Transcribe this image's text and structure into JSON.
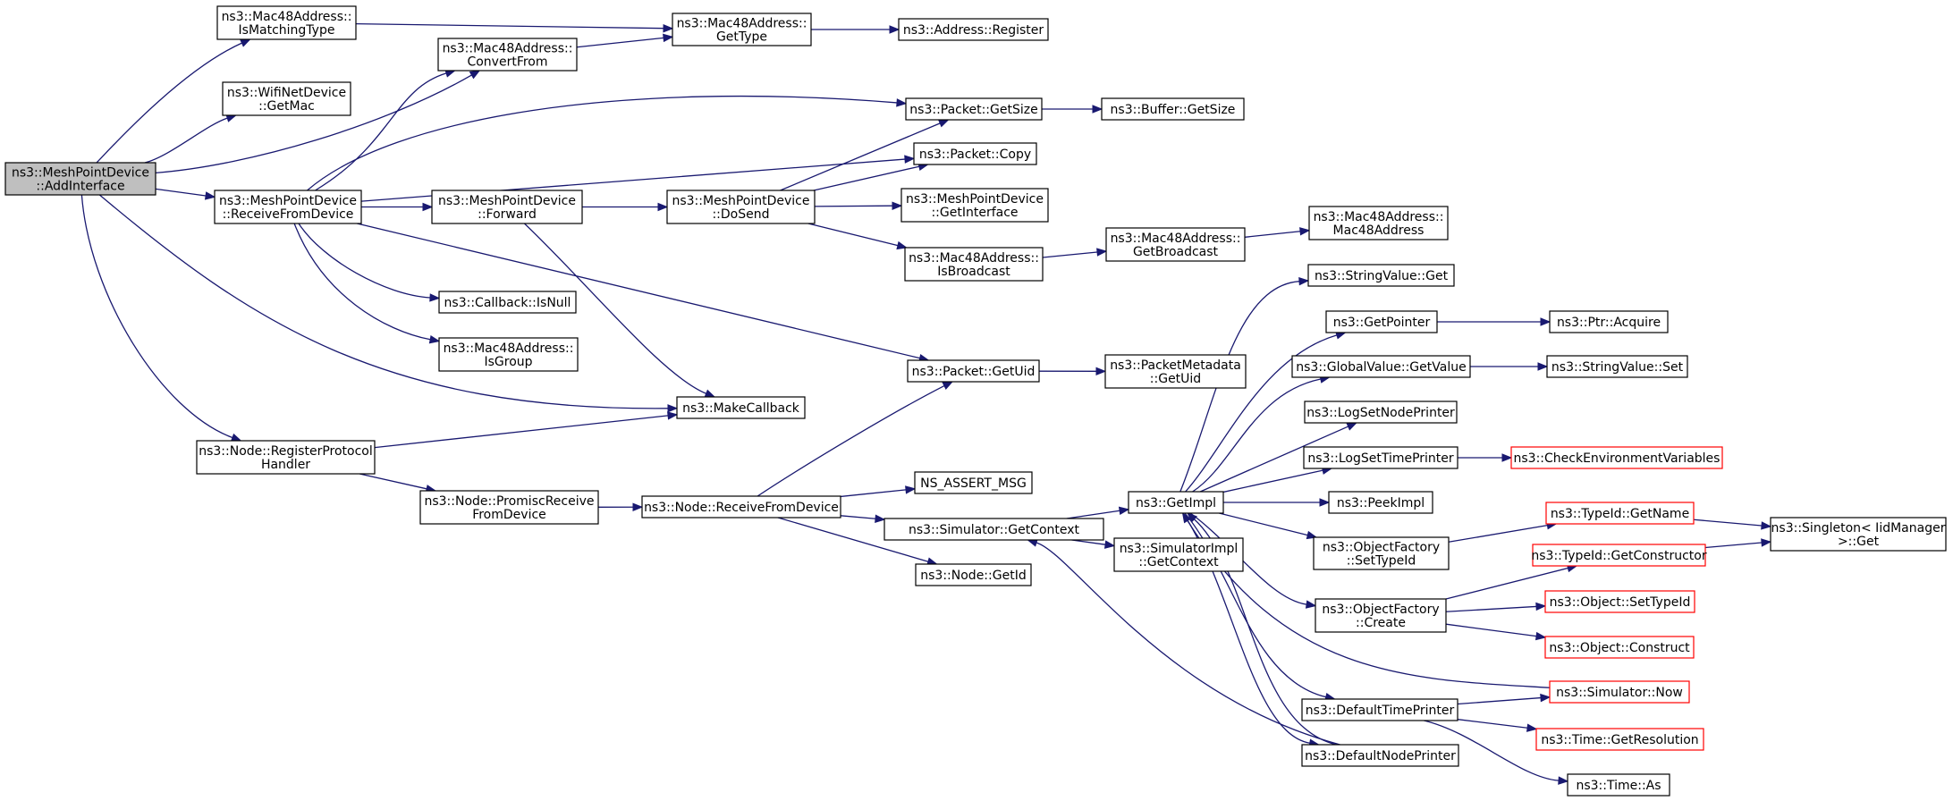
{
  "colors": {
    "edge": "#191970",
    "node_border": "#000000",
    "node_border_truncated": "#ff0000",
    "root_fill": "#bfbfbf",
    "node_fill": "#ffffff"
  },
  "nodes": {
    "addInterface": {
      "lines": [
        "ns3::MeshPointDevice",
        "::AddInterface"
      ],
      "root": true
    },
    "isMatchingType": {
      "lines": [
        "ns3::Mac48Address::",
        "IsMatchingType"
      ]
    },
    "wifiGetMac": {
      "lines": [
        "ns3::WifiNetDevice",
        "::GetMac"
      ]
    },
    "convertFrom": {
      "lines": [
        "ns3::Mac48Address::",
        "ConvertFrom"
      ]
    },
    "getType": {
      "lines": [
        "ns3::Mac48Address::",
        "GetType"
      ]
    },
    "addrRegister": {
      "lines": [
        "ns3::Address::Register"
      ]
    },
    "receiveFromDevice": {
      "lines": [
        "ns3::MeshPointDevice",
        "::ReceiveFromDevice"
      ]
    },
    "pktGetSize": {
      "lines": [
        "ns3::Packet::GetSize"
      ]
    },
    "bufGetSize": {
      "lines": [
        "ns3::Buffer::GetSize"
      ]
    },
    "pktCopy": {
      "lines": [
        "ns3::Packet::Copy"
      ]
    },
    "forward": {
      "lines": [
        "ns3::MeshPointDevice",
        "::Forward"
      ]
    },
    "doSend": {
      "lines": [
        "ns3::MeshPointDevice",
        "::DoSend"
      ]
    },
    "getInterface": {
      "lines": [
        "ns3::MeshPointDevice",
        "::GetInterface"
      ]
    },
    "isBroadcast": {
      "lines": [
        "ns3::Mac48Address::",
        "IsBroadcast"
      ]
    },
    "getBroadcast": {
      "lines": [
        "ns3::Mac48Address::",
        "GetBroadcast"
      ]
    },
    "mac48Ctor": {
      "lines": [
        "ns3::Mac48Address::",
        "Mac48Address"
      ]
    },
    "isNull": {
      "lines": [
        "ns3::Callback::IsNull"
      ]
    },
    "isGroup": {
      "lines": [
        "ns3::Mac48Address::",
        "IsGroup"
      ]
    },
    "makeCallback": {
      "lines": [
        "ns3::MakeCallback"
      ]
    },
    "pktGetUid": {
      "lines": [
        "ns3::Packet::GetUid"
      ]
    },
    "pmGetUid": {
      "lines": [
        "ns3::PacketMetadata",
        "::GetUid"
      ]
    },
    "registerProtocol": {
      "lines": [
        "ns3::Node::RegisterProtocol",
        "Handler"
      ]
    },
    "promiscReceive": {
      "lines": [
        "ns3::Node::PromiscReceive",
        "FromDevice"
      ]
    },
    "nodeReceive": {
      "lines": [
        "ns3::Node::ReceiveFromDevice"
      ]
    },
    "assertMsg": {
      "lines": [
        "NS_ASSERT_MSG"
      ]
    },
    "simGetContext": {
      "lines": [
        "ns3::Simulator::GetContext"
      ]
    },
    "nodeGetId": {
      "lines": [
        "ns3::Node::GetId"
      ]
    },
    "getImpl": {
      "lines": [
        "ns3::GetImpl"
      ]
    },
    "simImplGetContext": {
      "lines": [
        "ns3::SimulatorImpl",
        "::GetContext"
      ]
    },
    "strValGet": {
      "lines": [
        "ns3::StringValue::Get"
      ]
    },
    "getPointer": {
      "lines": [
        "ns3::GetPointer"
      ]
    },
    "ptrAcquire": {
      "lines": [
        "ns3::Ptr::Acquire"
      ]
    },
    "globalGetValue": {
      "lines": [
        "ns3::GlobalValue::GetValue"
      ]
    },
    "strValSet": {
      "lines": [
        "ns3::StringValue::Set"
      ]
    },
    "logSetNode": {
      "lines": [
        "ns3::LogSetNodePrinter"
      ]
    },
    "logSetTime": {
      "lines": [
        "ns3::LogSetTimePrinter"
      ]
    },
    "checkEnv": {
      "lines": [
        "ns3::CheckEnvironmentVariables"
      ],
      "truncated": true
    },
    "peekImpl": {
      "lines": [
        "ns3::PeekImpl"
      ]
    },
    "ofSetTypeId": {
      "lines": [
        "ns3::ObjectFactory",
        "::SetTypeId"
      ]
    },
    "typeIdGetName": {
      "lines": [
        "ns3::TypeId::GetName"
      ],
      "truncated": true
    },
    "singletonGet": {
      "lines": [
        "ns3::Singleton< IidManager",
        " >::Get"
      ]
    },
    "typeIdGetCtor": {
      "lines": [
        "ns3::TypeId::GetConstructor"
      ],
      "truncated": true
    },
    "ofCreate": {
      "lines": [
        "ns3::ObjectFactory",
        "::Create"
      ]
    },
    "objSetTypeId": {
      "lines": [
        "ns3::Object::SetTypeId"
      ],
      "truncated": true
    },
    "objConstruct": {
      "lines": [
        "ns3::Object::Construct"
      ],
      "truncated": true
    },
    "simNow": {
      "lines": [
        "ns3::Simulator::Now"
      ],
      "truncated": true
    },
    "defTimePrinter": {
      "lines": [
        "ns3::DefaultTimePrinter"
      ]
    },
    "timeGetRes": {
      "lines": [
        "ns3::Time::GetResolution"
      ],
      "truncated": true
    },
    "defNodePrinter": {
      "lines": [
        "ns3::DefaultNodePrinter"
      ]
    },
    "timeAs": {
      "lines": [
        "ns3::Time::As"
      ]
    }
  },
  "edges": [
    [
      "addInterface",
      "isMatchingType"
    ],
    [
      "addInterface",
      "wifiGetMac"
    ],
    [
      "addInterface",
      "convertFrom"
    ],
    [
      "addInterface",
      "receiveFromDevice"
    ],
    [
      "addInterface",
      "makeCallback"
    ],
    [
      "addInterface",
      "registerProtocol"
    ],
    [
      "isMatchingType",
      "getType"
    ],
    [
      "convertFrom",
      "getType"
    ],
    [
      "getType",
      "addrRegister"
    ],
    [
      "receiveFromDevice",
      "convertFrom"
    ],
    [
      "receiveFromDevice",
      "pktGetSize"
    ],
    [
      "receiveFromDevice",
      "pktCopy"
    ],
    [
      "receiveFromDevice",
      "forward"
    ],
    [
      "receiveFromDevice",
      "isNull"
    ],
    [
      "receiveFromDevice",
      "isGroup"
    ],
    [
      "receiveFromDevice",
      "pktGetUid"
    ],
    [
      "pktGetSize",
      "bufGetSize"
    ],
    [
      "forward",
      "doSend"
    ],
    [
      "forward",
      "makeCallback"
    ],
    [
      "doSend",
      "pktGetSize"
    ],
    [
      "doSend",
      "pktCopy"
    ],
    [
      "doSend",
      "getInterface"
    ],
    [
      "doSend",
      "isBroadcast"
    ],
    [
      "isBroadcast",
      "getBroadcast"
    ],
    [
      "getBroadcast",
      "mac48Ctor"
    ],
    [
      "pktGetUid",
      "pmGetUid"
    ],
    [
      "registerProtocol",
      "makeCallback"
    ],
    [
      "registerProtocol",
      "promiscReceive"
    ],
    [
      "promiscReceive",
      "nodeReceive"
    ],
    [
      "nodeReceive",
      "pktGetUid"
    ],
    [
      "nodeReceive",
      "assertMsg"
    ],
    [
      "nodeReceive",
      "simGetContext"
    ],
    [
      "nodeReceive",
      "nodeGetId"
    ],
    [
      "simGetContext",
      "getImpl"
    ],
    [
      "simGetContext",
      "simImplGetContext"
    ],
    [
      "getImpl",
      "strValGet"
    ],
    [
      "getImpl",
      "getPointer"
    ],
    [
      "getImpl",
      "globalGetValue"
    ],
    [
      "getImpl",
      "logSetNode"
    ],
    [
      "getImpl",
      "logSetTime"
    ],
    [
      "getImpl",
      "peekImpl"
    ],
    [
      "getImpl",
      "ofSetTypeId"
    ],
    [
      "getImpl",
      "ofCreate"
    ],
    [
      "getImpl",
      "defTimePrinter"
    ],
    [
      "getImpl",
      "defNodePrinter"
    ],
    [
      "getPointer",
      "ptrAcquire"
    ],
    [
      "globalGetValue",
      "strValSet"
    ],
    [
      "logSetTime",
      "checkEnv"
    ],
    [
      "ofSetTypeId",
      "typeIdGetName"
    ],
    [
      "typeIdGetName",
      "singletonGet"
    ],
    [
      "typeIdGetCtor",
      "singletonGet"
    ],
    [
      "ofCreate",
      "typeIdGetCtor"
    ],
    [
      "ofCreate",
      "objSetTypeId"
    ],
    [
      "ofCreate",
      "objConstruct"
    ],
    [
      "simNow",
      "getImpl"
    ],
    [
      "defTimePrinter",
      "simNow"
    ],
    [
      "defTimePrinter",
      "timeGetRes"
    ],
    [
      "defTimePrinter",
      "timeAs"
    ],
    [
      "defNodePrinter",
      "getImpl"
    ],
    [
      "defNodePrinter",
      "simGetContext"
    ]
  ]
}
